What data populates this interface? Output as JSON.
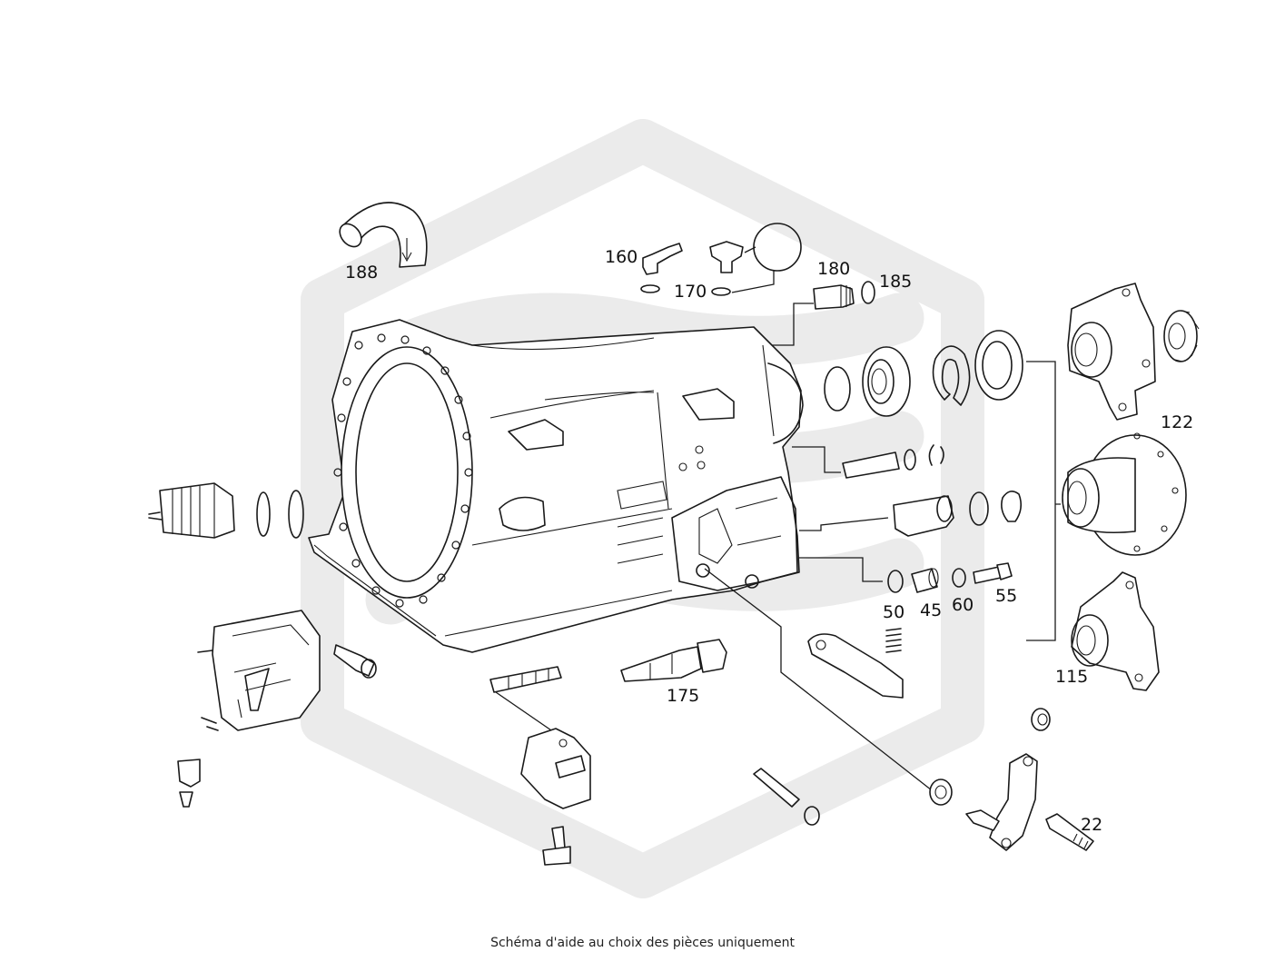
{
  "callouts": {
    "c188": "188",
    "c160": "160",
    "c170": "170",
    "c180": "180",
    "c185": "185",
    "c122": "122",
    "c50": "50",
    "c45": "45",
    "c60": "60",
    "c55": "55",
    "c115": "115",
    "c175": "175",
    "c22": "22"
  },
  "watermark": {
    "color": "#ebebeb"
  },
  "caption": "Schéma d'aide au choix des pièces uniquement"
}
